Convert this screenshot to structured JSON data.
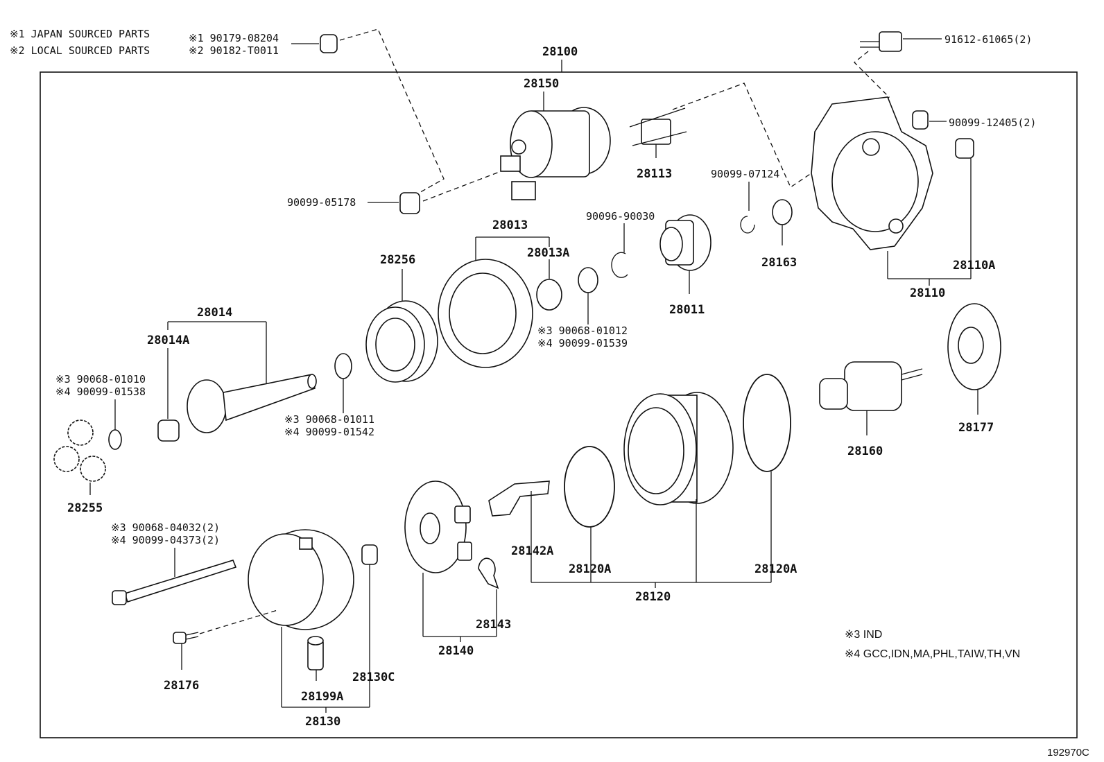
{
  "notes": {
    "n1": "※1  JAPAN SOURCED PARTS",
    "n2": "※2  LOCAL SOURCED PARTS",
    "n3": "※3  IND",
    "n4": "※4  GCC,IDN,MA,PHL,TAIW,TH,VN"
  },
  "figure_id": "192970C",
  "labels": {
    "p28100": "28100",
    "p28150": "28150",
    "p28113": "28113",
    "p90099_05178": "90099-05178",
    "p90099_07124": "90099-07124",
    "p90096_90030": "90096-90030",
    "p28013": "28013",
    "p28013A": "28013A",
    "p28256": "28256",
    "p28014": "28014",
    "p28014A": "28014A",
    "p28011": "28011",
    "p28163": "28163",
    "p28110A": "28110A",
    "p28110": "28110",
    "p91612": "91612-61065(2)",
    "p90099_12405": "90099-12405(2)",
    "s1_90179": "※1 90179-08204",
    "s2_90182": "※2 90182-T0011",
    "s3_90068_01012": "※3 90068-01012",
    "s4_90099_01539": "※4 90099-01539",
    "s3_90068_01010": "※3 90068-01010",
    "s4_90099_01538": "※4 90099-01538",
    "s3_90068_01011": "※3 90068-01011",
    "s4_90099_01542": "※4 90099-01542",
    "s3_90068_04032": "※3 90068-04032(2)",
    "s4_90099_04373": "※4 90099-04373(2)",
    "p28255": "28255",
    "p28160": "28160",
    "p28177": "28177",
    "p28142A": "28142A",
    "p28120A_1": "28120A",
    "p28120A_2": "28120A",
    "p28120": "28120",
    "p28143": "28143",
    "p28140": "28140",
    "p28176": "28176",
    "p28199A": "28199A",
    "p28130C": "28130C",
    "p28130": "28130"
  }
}
